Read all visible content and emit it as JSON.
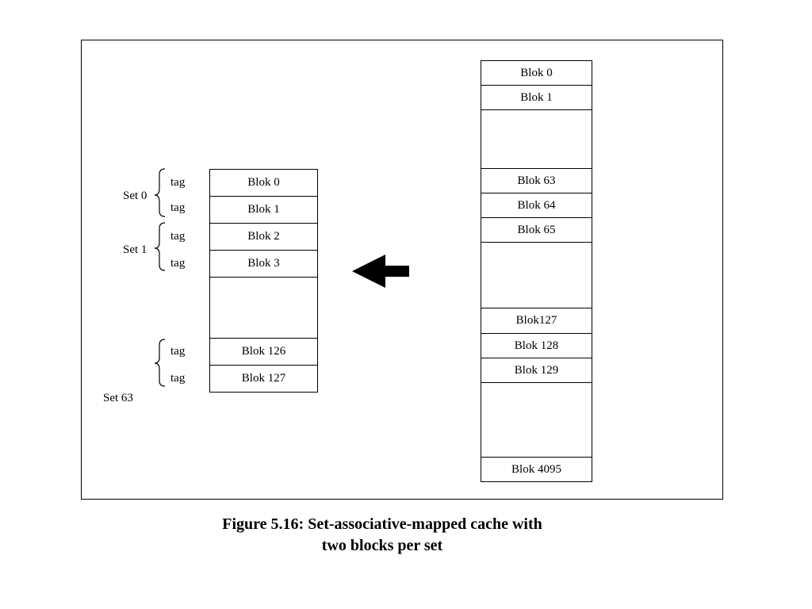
{
  "cache": {
    "tag_label": "tag",
    "lines": [
      "Blok 0",
      "Blok 1",
      "Blok 2",
      "Blok 3",
      "Blok 126",
      "Blok 127"
    ],
    "sets": [
      "Set 0",
      "Set 1",
      "Set 63"
    ]
  },
  "memory": {
    "blocks": [
      "Blok 0",
      "Blok 1",
      "Blok 63",
      "Blok 64",
      "Blok 65",
      "Blok127",
      "Blok 128",
      "Blok 129",
      "Blok 4095"
    ]
  },
  "caption": {
    "line1": "Figure 5.16: Set-associative-mapped cache with",
    "line2": "two blocks per set"
  }
}
